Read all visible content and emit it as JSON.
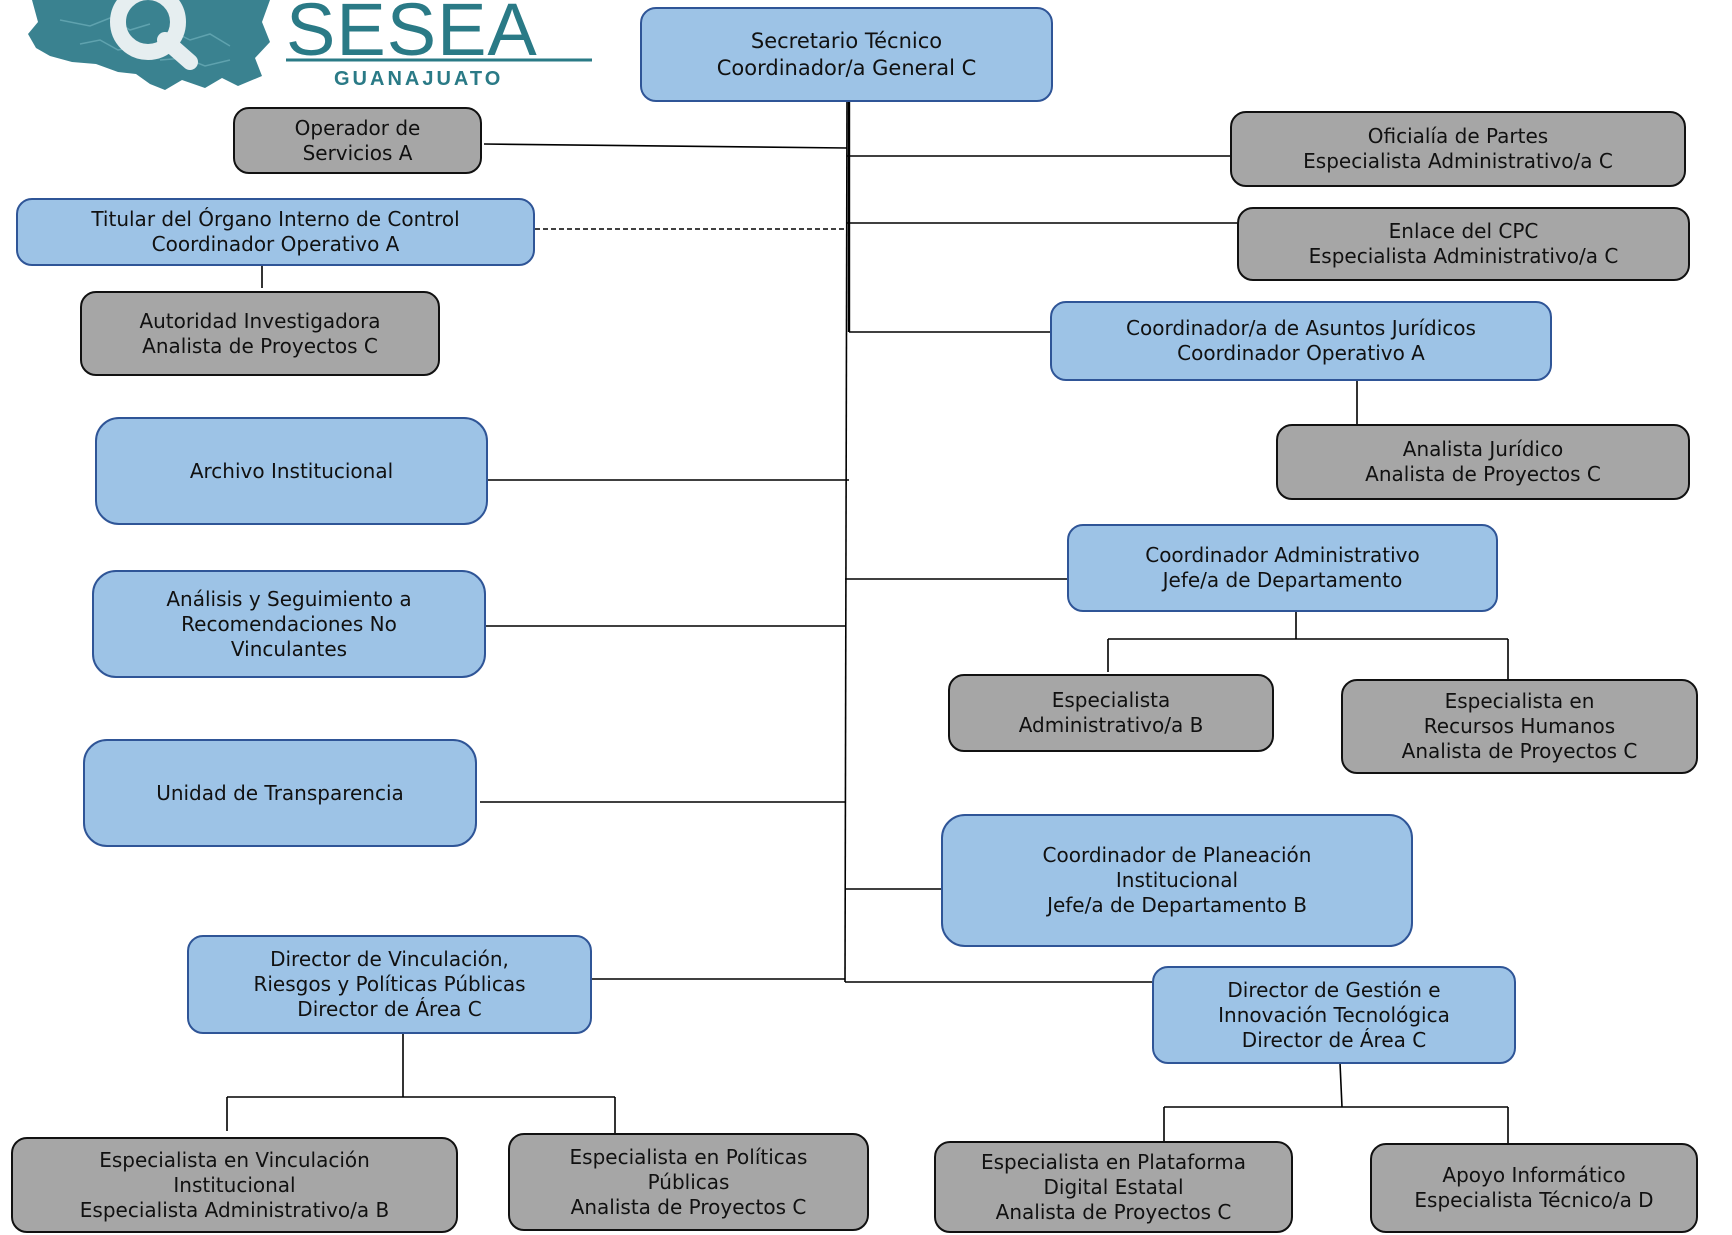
{
  "logo": {
    "wordmark": "SESEA",
    "state": "GUANAJUATO",
    "colors": {
      "primary": "#2a7a86",
      "map": "#3a8290"
    }
  },
  "colors": {
    "blue_fill": "#9dc3e6",
    "blue_border": "#2f5597",
    "gray_fill": "#a6a6a6",
    "gray_border": "#111111",
    "line": "#000000"
  },
  "nodes": {
    "secretario": {
      "lines": [
        "Secretario Técnico",
        "Coordinador/a General C"
      ]
    },
    "operador": {
      "lines": [
        "Operador de",
        "Servicios A"
      ]
    },
    "oficialia": {
      "lines": [
        "Oficialía de Partes",
        "Especialista Administrativo/a C"
      ]
    },
    "titular_oic": {
      "lines": [
        "Titular del Órgano Interno de Control",
        "Coordinador Operativo A"
      ]
    },
    "enlace_cpc": {
      "lines": [
        "Enlace del CPC",
        "Especialista Administrativo/a C"
      ]
    },
    "autoridad": {
      "lines": [
        "Autoridad Investigadora",
        "Analista de Proyectos C"
      ]
    },
    "asuntos_juridicos": {
      "lines": [
        "Coordinador/a de Asuntos Jurídicos",
        "Coordinador Operativo A"
      ]
    },
    "analista_juridico": {
      "lines": [
        "Analista Jurídico",
        "Analista de Proyectos C"
      ]
    },
    "archivo": {
      "lines": [
        "Archivo Institucional"
      ]
    },
    "coord_admin": {
      "lines": [
        "Coordinador Administrativo",
        "Jefe/a de Departamento"
      ]
    },
    "analisis": {
      "lines": [
        "Análisis y Seguimiento a",
        "Recomendaciones No",
        "Vinculantes"
      ]
    },
    "esp_admin_b": {
      "lines": [
        "Especialista",
        "Administrativo/a B"
      ]
    },
    "esp_rh": {
      "lines": [
        "Especialista en",
        "Recursos Humanos",
        "Analista de Proyectos C"
      ]
    },
    "transparencia": {
      "lines": [
        "Unidad de Transparencia"
      ]
    },
    "planeacion": {
      "lines": [
        "Coordinador de Planeación",
        "Institucional",
        "Jefe/a de Departamento B"
      ]
    },
    "dir_vinculacion": {
      "lines": [
        "Director de Vinculación,",
        "Riesgos y Políticas Públicas",
        "Director de Área C"
      ]
    },
    "dir_gestion": {
      "lines": [
        "Director de Gestión e",
        "Innovación Tecnológica",
        "Director de Área C"
      ]
    },
    "esp_vinculacion": {
      "lines": [
        "Especialista en Vinculación",
        "Institucional",
        "Especialista Administrativo/a B"
      ]
    },
    "esp_politicas": {
      "lines": [
        "Especialista en Políticas",
        "Públicas",
        "Analista de Proyectos C"
      ]
    },
    "esp_plataforma": {
      "lines": [
        "Especialista en Plataforma",
        "Digital Estatal",
        "Analista de Proyectos C"
      ]
    },
    "apoyo_informatico": {
      "lines": [
        "Apoyo Informático",
        "Especialista Técnico/a D"
      ]
    }
  }
}
